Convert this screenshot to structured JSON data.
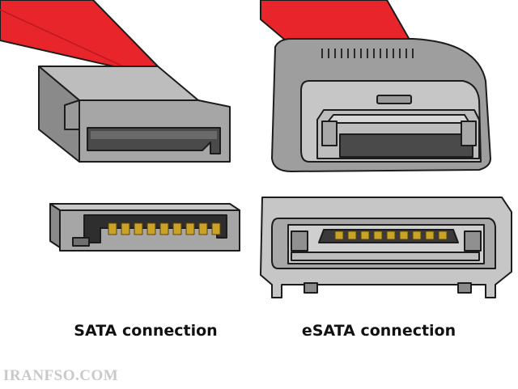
{
  "captions": {
    "sata": "SATA connection",
    "esata": "eSATA connection"
  },
  "watermark": "IRANFSO.COM",
  "colors": {
    "cable_red": "#e8252b",
    "shell_gray": "#9e9e9e",
    "shell_light": "#c2c2c2",
    "shell_dark": "#6e6e6e",
    "opening_dark": "#4a4a4a",
    "contact_gold": "#c9a227",
    "outline": "#1c1c1c"
  },
  "icons": [
    "sata-cable-plug",
    "esata-cable-plug",
    "sata-socket",
    "esata-socket"
  ]
}
